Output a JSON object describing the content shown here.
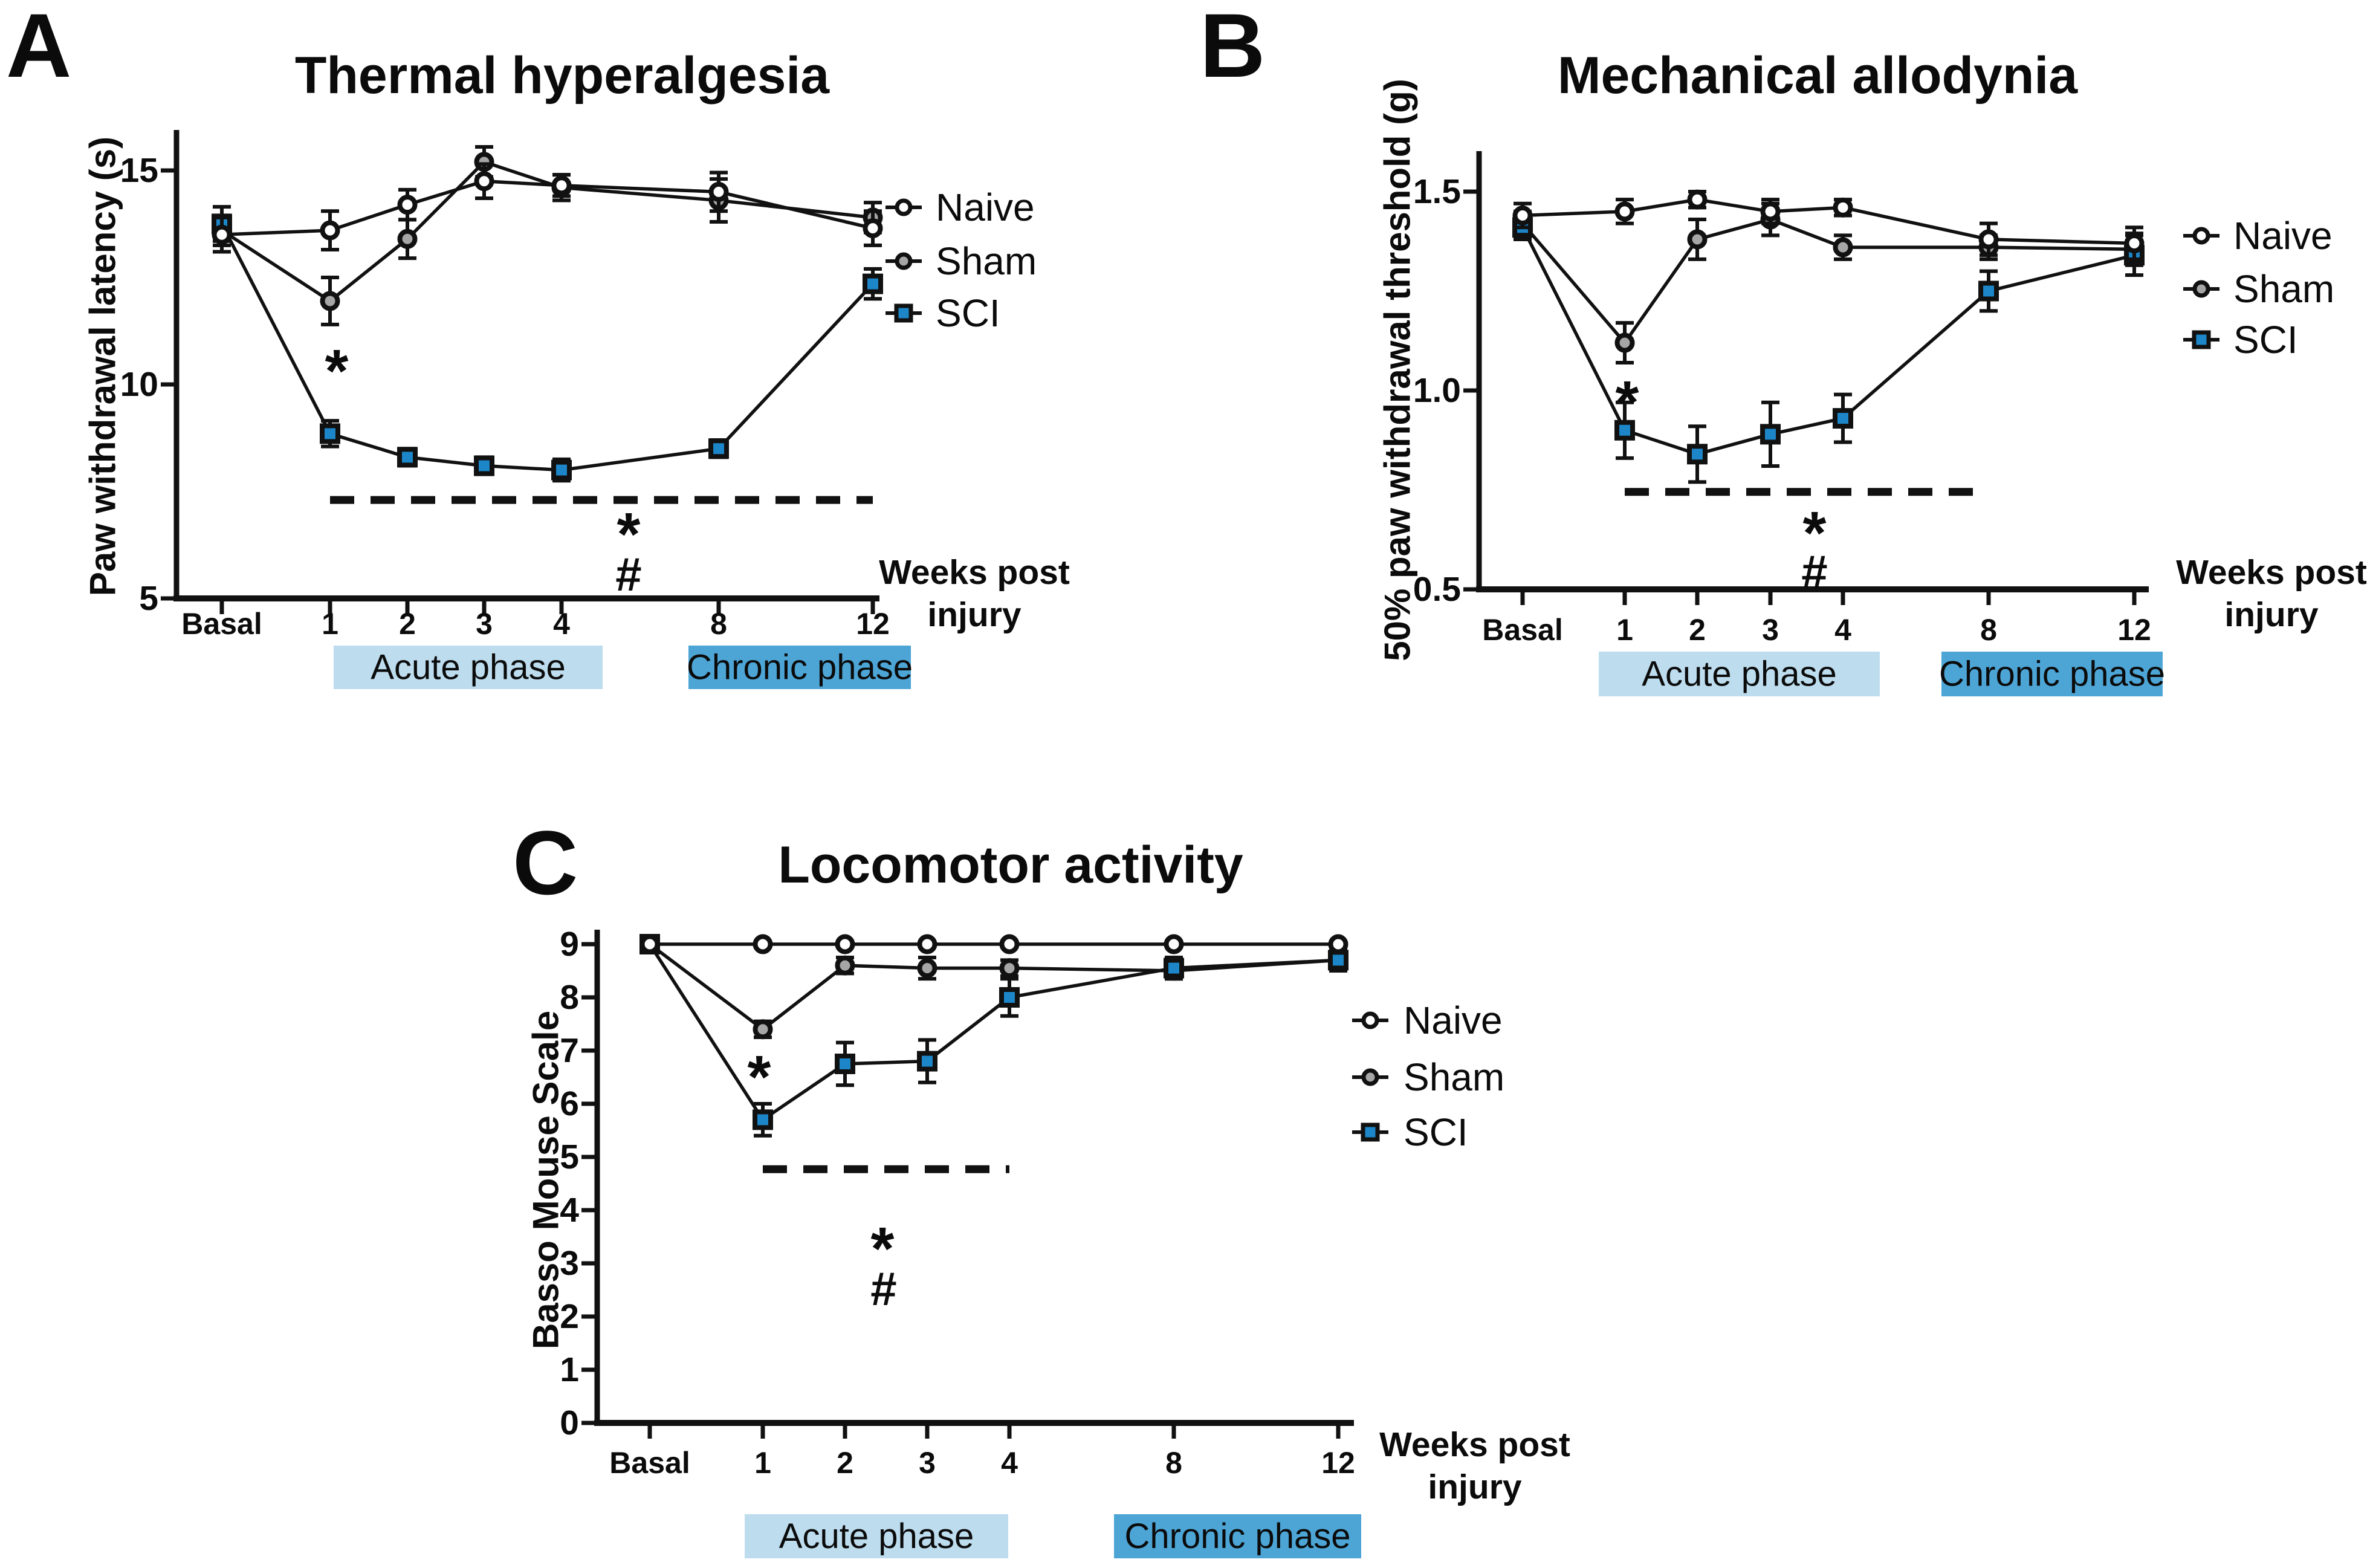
{
  "figure_bg": "#ffffff",
  "colors": {
    "line_black": "#111111",
    "naive_fill": "#ffffff",
    "sham_fill": "#a6a6a6",
    "sci_blue": "#1d86c8",
    "acute_band": "#bddcee",
    "chronic_band": "#4da5d6"
  },
  "chart_data": [
    {
      "letter": "A",
      "type": "line",
      "title": "Thermal hyperalgesia",
      "ylabel": "Paw withdrawal latency (s)",
      "xlabel_lines": [
        "Weeks post",
        "injury"
      ],
      "categories": [
        "Basal",
        "1",
        "2",
        "3",
        "4",
        "8",
        "12"
      ],
      "ytick_labels": [
        "5",
        "10",
        "15"
      ],
      "ylim": [
        5,
        16.1
      ],
      "legend": [
        "Naive",
        "Sham",
        "SCI"
      ],
      "series": [
        {
          "name": "Naive",
          "marker": "circle",
          "fill": "#ffffff",
          "values": [
            13.5,
            13.6,
            14.2,
            14.75,
            14.65,
            14.5,
            13.65
          ],
          "errors": [
            0.4,
            0.45,
            0.35,
            0.4,
            0.25,
            0.45,
            0.4
          ]
        },
        {
          "name": "Sham",
          "marker": "circle",
          "fill": "#a6a6a6",
          "values": [
            13.6,
            11.95,
            13.4,
            15.2,
            14.6,
            14.3,
            13.9
          ],
          "errors": [
            0.35,
            0.55,
            0.45,
            0.35,
            0.3,
            0.5,
            0.35
          ]
        },
        {
          "name": "SCI",
          "marker": "square",
          "fill": "#1d86c8",
          "values": [
            13.75,
            8.85,
            8.3,
            8.1,
            8.0,
            8.5,
            12.35
          ],
          "errors": [
            0.4,
            0.3,
            0.2,
            0.2,
            0.25,
            0.2,
            0.35
          ]
        }
      ],
      "dashed_line": {
        "y": 7.3,
        "from_cat": 1,
        "to_cat": 6
      },
      "annotations": [
        {
          "text": "*",
          "x": 557,
          "y": 598,
          "size": 100
        },
        {
          "text": "*",
          "x": 1040,
          "y": 868,
          "size": 100
        },
        {
          "text": "#",
          "x": 1040,
          "y": 948,
          "size": 78
        }
      ],
      "phase_bands": [
        {
          "label": "Acute phase",
          "color": "#bddcee",
          "x1": 552,
          "x2": 997,
          "y1": 1068,
          "y2": 1140
        },
        {
          "label": "Chronic phase",
          "color": "#4da5d6",
          "x1": 1139,
          "x2": 1507,
          "y1": 1068,
          "y2": 1140
        }
      ]
    },
    {
      "letter": "B",
      "type": "line",
      "title": "Mechanical allodynia",
      "ylabel": "50% paw withdrawal threshold (g)",
      "xlabel_lines": [
        "Weeks post",
        "injury"
      ],
      "categories": [
        "Basal",
        "1",
        "2",
        "3",
        "4",
        "8",
        "12"
      ],
      "ytick_labels": [
        "0.5",
        "1.0",
        "1.5"
      ],
      "ylim": [
        0.5,
        1.6
      ],
      "legend": [
        "Naive",
        "Sham",
        "SCI"
      ],
      "series": [
        {
          "name": "Naive",
          "marker": "circle",
          "fill": "#ffffff",
          "values": [
            1.44,
            1.45,
            1.48,
            1.45,
            1.46,
            1.38,
            1.37
          ],
          "errors": [
            0.03,
            0.03,
            0.02,
            0.03,
            0.02,
            0.04,
            0.04
          ]
        },
        {
          "name": "Sham",
          "marker": "circle",
          "fill": "#a6a6a6",
          "values": [
            1.42,
            1.12,
            1.38,
            1.43,
            1.36,
            1.36,
            1.355
          ],
          "errors": [
            0.03,
            0.05,
            0.05,
            0.04,
            0.03,
            0.03,
            0.04
          ]
        },
        {
          "name": "SCI",
          "marker": "square",
          "fill": "#1d86c8",
          "values": [
            1.41,
            0.9,
            0.84,
            0.89,
            0.93,
            1.25,
            1.34
          ],
          "errors": [
            0.03,
            0.07,
            0.07,
            0.08,
            0.06,
            0.05,
            0.05
          ]
        }
      ],
      "dashed_line": {
        "y": 0.745,
        "from_cat": 1,
        "to_cat": 5
      },
      "annotations": [
        {
          "text": "*",
          "x": 2692,
          "y": 650,
          "size": 100
        },
        {
          "text": "*",
          "x": 3002,
          "y": 866,
          "size": 100
        },
        {
          "text": "#",
          "x": 3002,
          "y": 944,
          "size": 78
        }
      ],
      "phase_bands": [
        {
          "label": "Acute phase",
          "color": "#bddcee",
          "x1": 2645,
          "x2": 3110,
          "y1": 1078,
          "y2": 1152
        },
        {
          "label": "Chronic phase",
          "color": "#4da5d6",
          "x1": 3212,
          "x2": 3578,
          "y1": 1078,
          "y2": 1152
        }
      ]
    },
    {
      "letter": "C",
      "type": "line",
      "title": "Locomotor activity",
      "ylabel": "Basso Mouse Scale",
      "xlabel_lines": [
        "Weeks post",
        "injury"
      ],
      "categories": [
        "Basal",
        "1",
        "2",
        "3",
        "4",
        "8",
        "12"
      ],
      "ytick_labels": [
        "0",
        "1",
        "2",
        "3",
        "4",
        "5",
        "6",
        "7",
        "8",
        "9"
      ],
      "ylim": [
        0,
        9.3
      ],
      "legend": [
        "Naive",
        "Sham",
        "SCI"
      ],
      "series": [
        {
          "name": "Naive",
          "marker": "circle",
          "fill": "#ffffff",
          "values": [
            9,
            9,
            9,
            9,
            9,
            9,
            9
          ],
          "errors": [
            0,
            0,
            0,
            0,
            0,
            0,
            0
          ]
        },
        {
          "name": "Sham",
          "marker": "circle",
          "fill": "#a6a6a6",
          "values": [
            9,
            7.4,
            8.6,
            8.55,
            8.55,
            8.5,
            8.7
          ],
          "errors": [
            0,
            0.15,
            0.15,
            0.2,
            0.15,
            0.15,
            0.15
          ]
        },
        {
          "name": "SCI",
          "marker": "square",
          "fill": "#1d86c8",
          "values": [
            9,
            5.7,
            6.75,
            6.8,
            8.0,
            8.55,
            8.7
          ],
          "errors": [
            0,
            0.3,
            0.4,
            0.4,
            0.35,
            0.2,
            0.2
          ]
        }
      ],
      "dashed_line": {
        "y": 4.77,
        "from_cat": 1,
        "to_cat": 4
      },
      "annotations": [
        {
          "text": "*",
          "x": 1256,
          "y": 1766,
          "size": 100
        },
        {
          "text": "*",
          "x": 1460,
          "y": 2050,
          "size": 100
        },
        {
          "text": "#",
          "x": 1462,
          "y": 2130,
          "size": 78
        }
      ],
      "phase_bands": [
        {
          "label": "Acute phase",
          "color": "#bddcee",
          "x1": 1232,
          "x2": 1668,
          "y1": 2505,
          "y2": 2578
        },
        {
          "label": "Chronic phase",
          "color": "#4da5d6",
          "x1": 1843,
          "x2": 2252,
          "y1": 2505,
          "y2": 2578
        }
      ]
    }
  ]
}
